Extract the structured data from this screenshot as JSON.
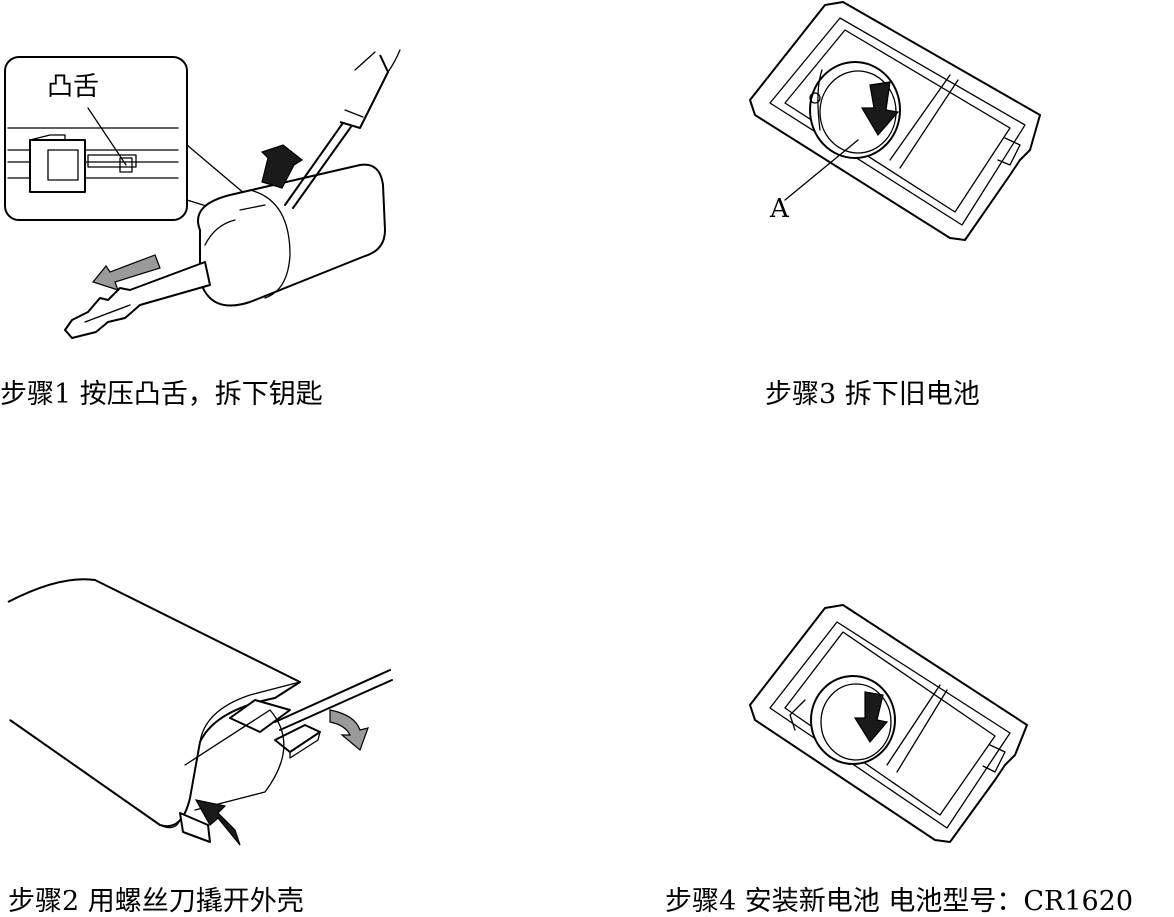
{
  "steps": [
    {
      "caption": "步骤1 按压凸舌，拆下钥匙",
      "callout": "凸舌"
    },
    {
      "caption": "步骤3 拆下旧电池",
      "callout": "A"
    },
    {
      "caption": "步骤2 用螺丝刀撬开外壳"
    },
    {
      "caption": "步骤4 安装新电池 电池型号：CR1620"
    }
  ],
  "icons": [
    "screwdriver-icon",
    "key-icon",
    "push-arrow-icon",
    "battery-icon"
  ]
}
